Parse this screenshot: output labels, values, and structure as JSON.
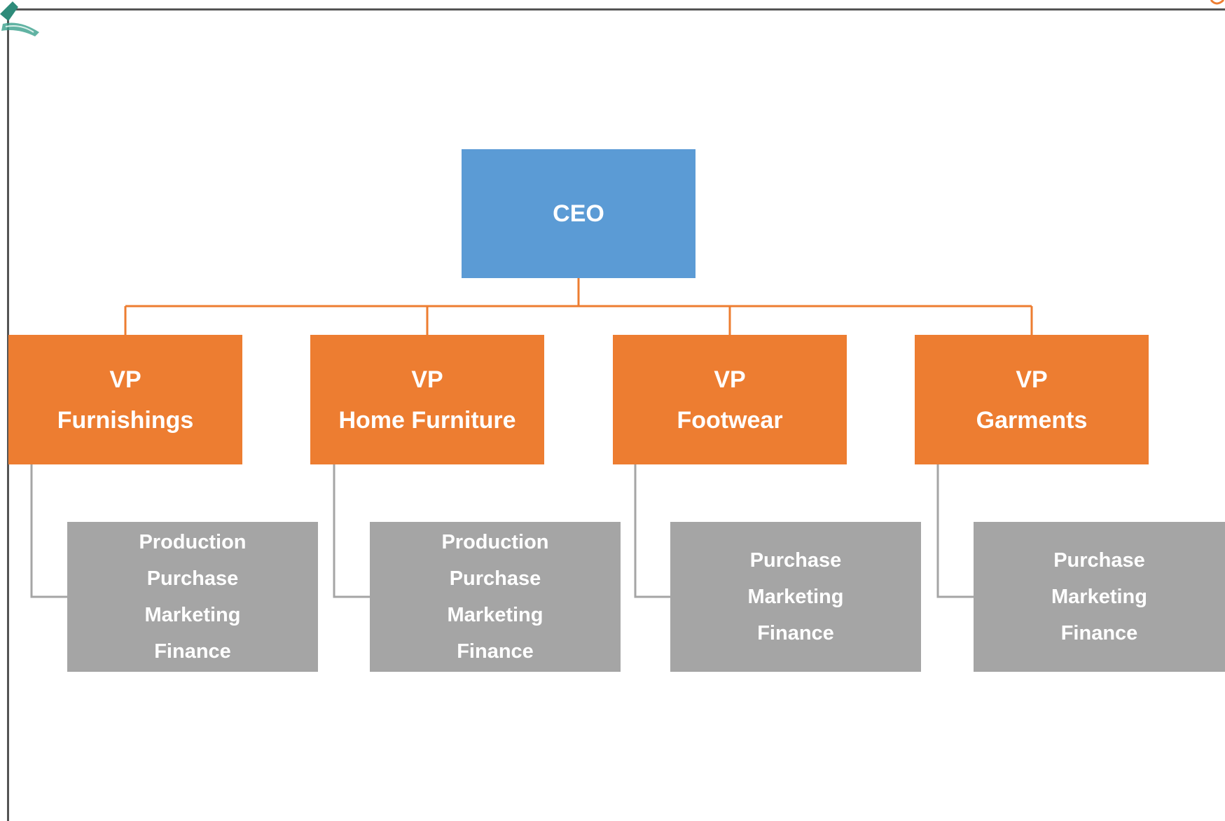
{
  "ceo": {
    "label": "CEO"
  },
  "vps": [
    {
      "title": "VP",
      "division": "Furnishings",
      "departments": [
        "Production",
        "Purchase",
        "Marketing",
        "Finance"
      ]
    },
    {
      "title": "VP",
      "division": "Home Furniture",
      "departments": [
        "Production",
        "Purchase",
        "Marketing",
        "Finance"
      ]
    },
    {
      "title": "VP",
      "division": "Footwear",
      "departments": [
        "Purchase",
        "Marketing",
        "Finance"
      ]
    },
    {
      "title": "VP",
      "division": "Garments",
      "departments": [
        "Purchase",
        "Marketing",
        "Finance"
      ]
    }
  ],
  "colors": {
    "ceo": "#5b9bd5",
    "vp": "#ed7d31",
    "department": "#a5a5a5",
    "connector_top": "#ed7d31",
    "connector_bottom": "#a5a5a5"
  }
}
